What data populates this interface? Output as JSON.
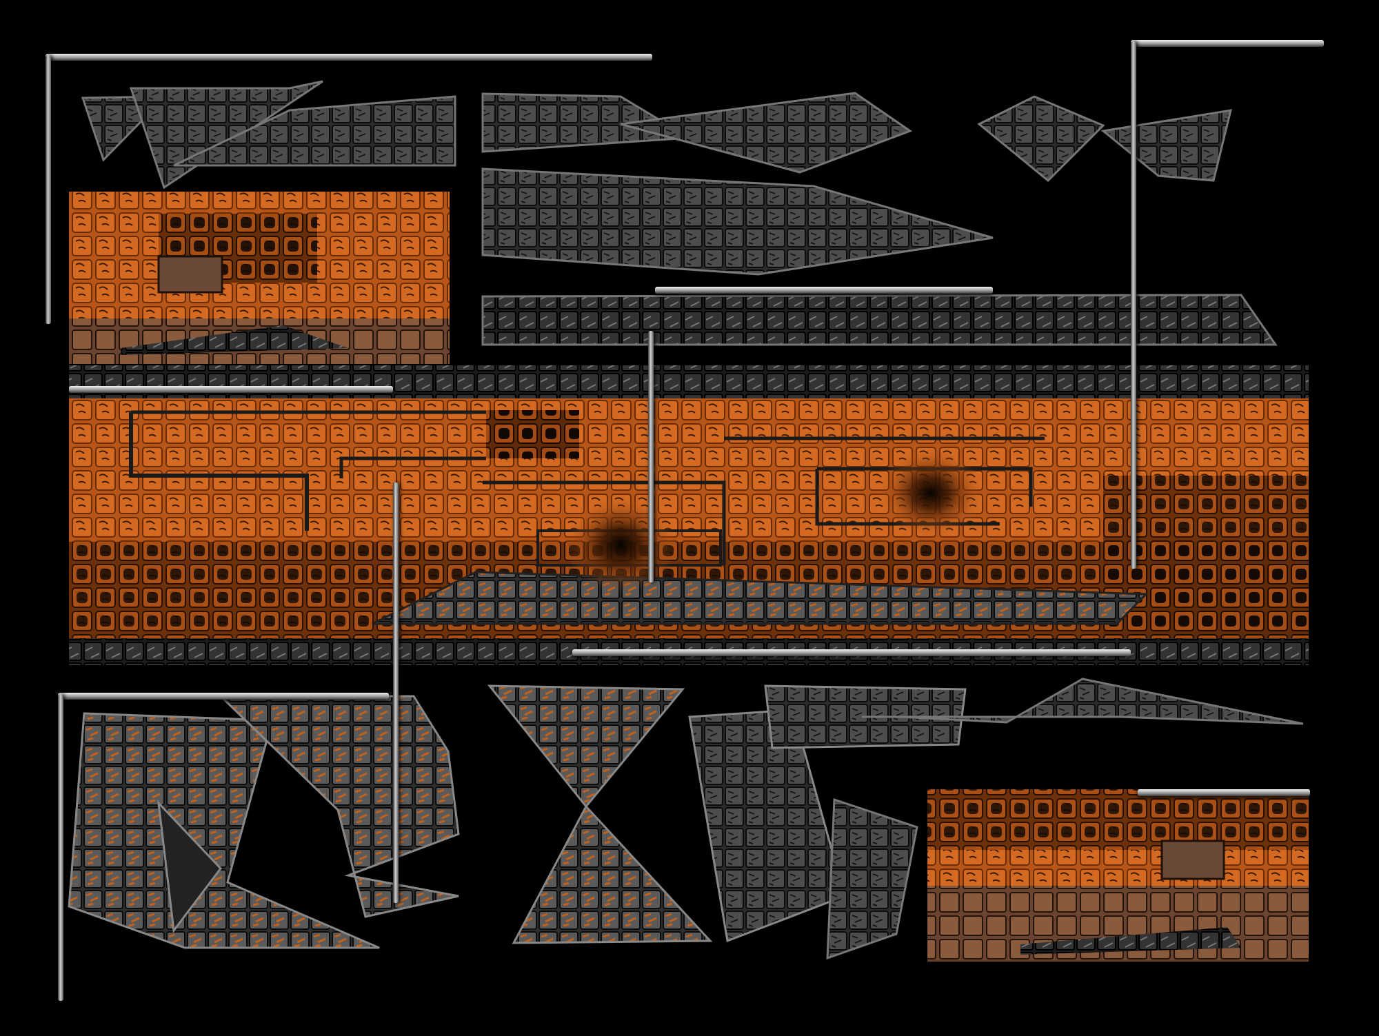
{
  "artwork": {
    "background_color": "#000000",
    "palette": {
      "orange": "#c25d1a",
      "orange_dark": "#7e3708",
      "tile_grey": "#4a4a4a",
      "tile_grey_light": "#6e6e6e",
      "brown": "#8a5a3c",
      "grid_line": "#101010",
      "glass_highlight": "#dcdcdc"
    },
    "panels": [
      {
        "name": "top-left-facade-panel",
        "tone": "orange"
      },
      {
        "name": "central-facade-band",
        "tone": "orange"
      },
      {
        "name": "bottom-right-facade-panel",
        "tone": "orange"
      }
    ],
    "shape_groups": [
      {
        "name": "top-shard-cluster",
        "tone": "grey"
      },
      {
        "name": "bottom-left-shard-cluster",
        "tone": "grey-orange"
      },
      {
        "name": "bottom-center-hourglass",
        "tone": "grey-orange"
      },
      {
        "name": "bottom-right-shard-cluster",
        "tone": "grey"
      }
    ],
    "glass_frames": [
      {
        "name": "frame-top-left"
      },
      {
        "name": "frame-top-right"
      },
      {
        "name": "frame-bottom-left"
      },
      {
        "name": "frame-center"
      }
    ]
  }
}
